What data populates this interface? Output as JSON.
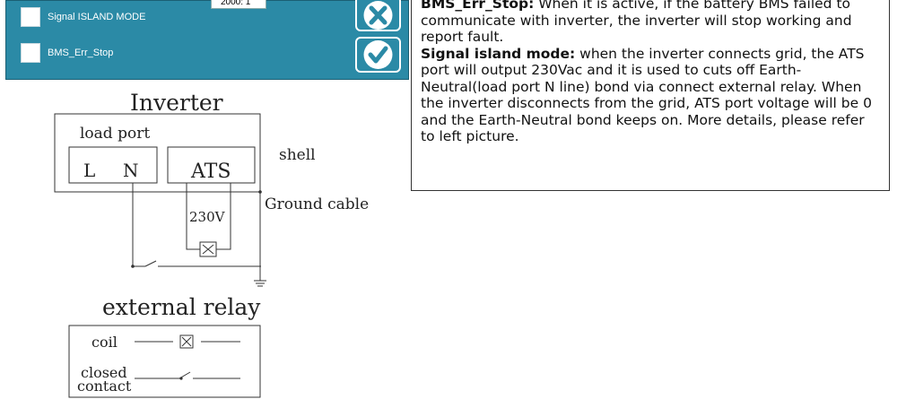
{
  "panel": {
    "options": [
      {
        "label": "Signal ISLAND MODE"
      },
      {
        "label": "BMS_Err_Stop"
      }
    ],
    "time_value": "2000:  1",
    "cancel_icon": "close-icon",
    "confirm_icon": "check-icon",
    "color": "#2b8aa6"
  },
  "description": {
    "bms_title": "BMS_Err_Stop:",
    "bms_text": " When it is active, if the battery BMS failed to communicate with inverter, the inverter will stop working and report fault.",
    "island_title": "Signal island mode:",
    "island_text": " when the inverter connects grid, the ATS port will output 230Vac and it is used to cuts off Earth-Neutral(load port N line) bond via connect external relay. When the inverter disconnects from the grid, ATS port voltage will be 0 and the Earth-Neutral bond keeps on. More details, please refer to left picture."
  },
  "diagram": {
    "inverter_title": "Inverter",
    "load_port": "load port",
    "l": "L",
    "n": "N",
    "ats": "ATS",
    "shell": "shell",
    "ground_cable": "Ground cable",
    "voltage": "230V",
    "relay_title": "external relay",
    "coil": "coil",
    "closed": "closed",
    "contact": "contact"
  }
}
